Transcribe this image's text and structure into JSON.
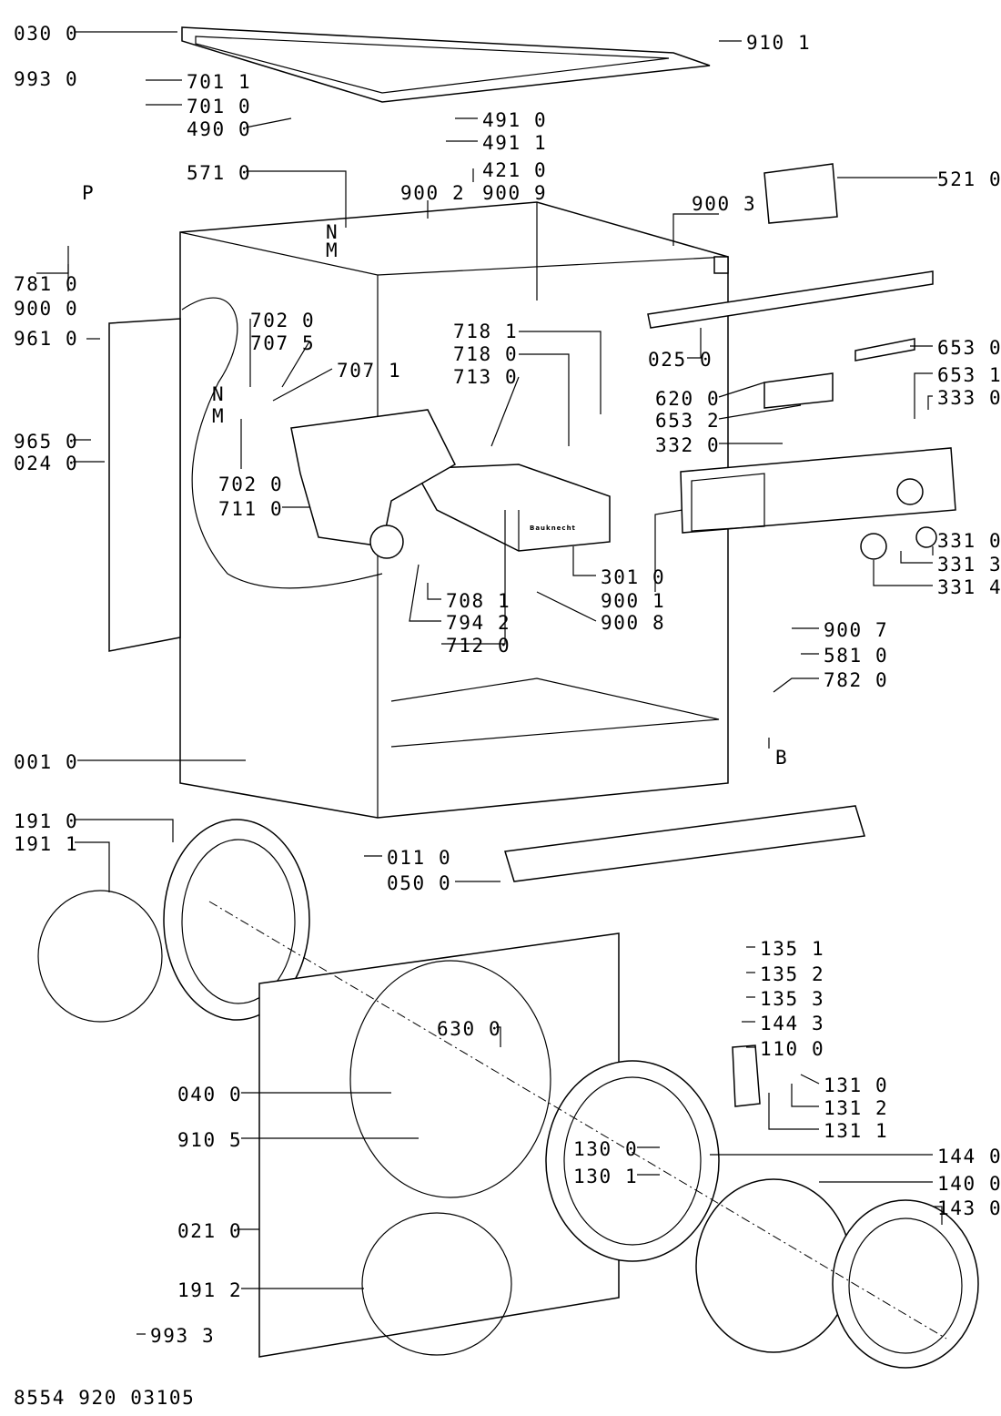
{
  "diagram": {
    "brand_on_dispenser": "Bauknecht",
    "document_code": "8554 920 03105",
    "part_labels": {
      "l0300": "030 0",
      "l9101": "910 1",
      "l9930": "993 0",
      "l7011": "701 1",
      "l7010": "701 0",
      "l4900": "490 0",
      "l4910": "491 0",
      "l4911": "491 1",
      "lP": "P",
      "l5710": "571 0",
      "l4210": "421 0",
      "l9002": "900 2",
      "l9009": "900 9",
      "l5210": "521 0",
      "lN1": "N",
      "lM1": "M",
      "l9003": "900 3",
      "l7810": "781 0",
      "l9000": "900 0",
      "l9610": "961 0",
      "l7020a": "702 0",
      "l7075": "707 5",
      "l0250": "025 0",
      "l6530": "653 0",
      "l7181": "718 1",
      "l7180": "718 0",
      "l7130": "713 0",
      "l7071": "707 1",
      "l6200": "620 0",
      "l6531": "653 1",
      "l3330": "333 0",
      "lN2": "N",
      "lM2": "M",
      "l9650": "965 0",
      "l0240": "024 0",
      "l6532": "653 2",
      "l3320": "332 0",
      "l7020b": "702 0",
      "l7110": "711 0",
      "l3010": "301 0",
      "l9001": "900 1",
      "l9008": "900 8",
      "l3310": "331 0",
      "l3313": "331 3",
      "l3314": "331 4",
      "l7081": "708 1",
      "l7942": "794 2",
      "l7120": "712 0",
      "l9007": "900 7",
      "l5810": "581 0",
      "l7820": "782 0",
      "lB": "B",
      "l0010": "001 0",
      "l1910": "191 0",
      "l1911": "191 1",
      "l0110": "011 0",
      "l0500": "050 0",
      "l1351": "135 1",
      "l1352": "135 2",
      "l1353": "135 3",
      "l1443": "144 3",
      "l1100": "110 0",
      "l6300": "630 0",
      "l0400": "040 0",
      "l1310": "131 0",
      "l1312": "131 2",
      "l1311": "131 1",
      "l9105": "910 5",
      "l1300": "130 0",
      "l1301": "130 1",
      "l1440": "144 0",
      "l1400": "140 0",
      "l1430": "143 0",
      "l0210": "021 0",
      "l1912": "191 2",
      "l9933": "993 3"
    }
  }
}
